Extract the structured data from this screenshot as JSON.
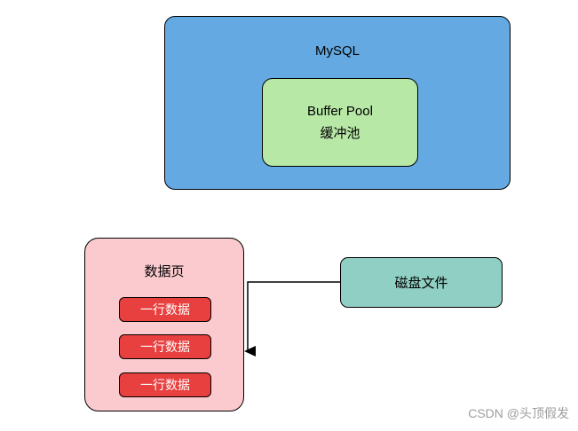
{
  "diagram": {
    "mysql_box": {
      "label": "MySQL",
      "fill": "#64a9e1"
    },
    "buffer_pool_box": {
      "label_line1": "Buffer Pool",
      "label_line2": "缓冲池",
      "fill": "#b7e8a6"
    },
    "data_page_box": {
      "label": "数据页",
      "fill": "#fbcace",
      "row_fill": "#e83f3f",
      "rows": [
        "一行数据",
        "一行数据",
        "一行数据"
      ]
    },
    "disk_file_box": {
      "label": "磁盘文件",
      "fill": "#90cfc4"
    },
    "arrow": {
      "from": "disk-file-box",
      "to": "data-page-box",
      "color": "#000000"
    },
    "watermark": "CSDN @头顶假发"
  }
}
